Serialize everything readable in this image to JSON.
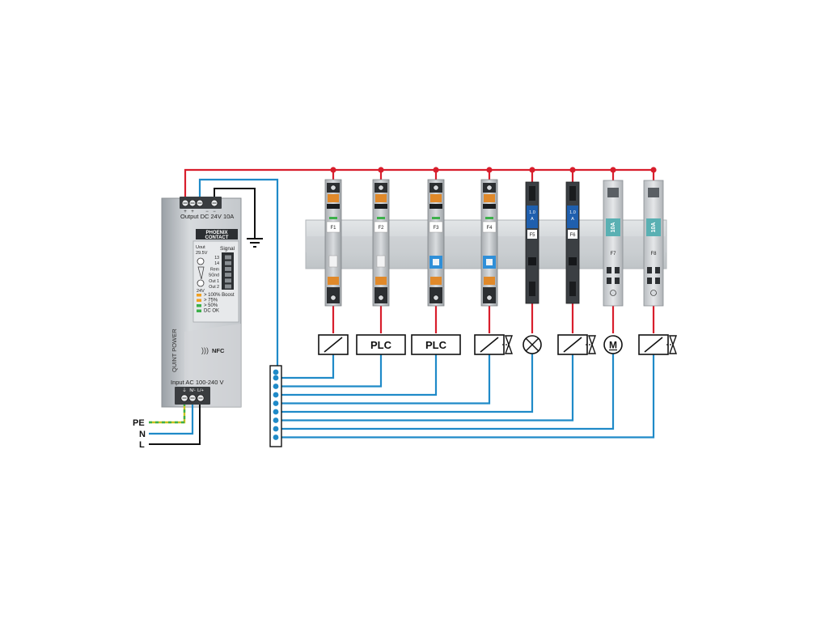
{
  "power_supply": {
    "brand_line1": "PHOENIX",
    "brand_line2": "CONTACT",
    "output_label": "Output DC 24V 10A",
    "terminal_marks": [
      "+",
      "+",
      "−",
      "−"
    ],
    "product_name": "QUINT POWER",
    "nfc_label": "NFC",
    "input_label": "Input AC 100-240 V",
    "input_terminal_marks": [
      "⏚",
      "N/-",
      "L/+"
    ],
    "u_label": "Uout",
    "u_max": "29.5V",
    "u_min": "24V",
    "signal_title": "Signal",
    "signal_pins": [
      "13",
      "14",
      "Rem",
      "SGnd",
      "Out 1",
      "Out 2"
    ],
    "leds": [
      {
        "label": "> 100% Boost",
        "color": "#f0a020"
      },
      {
        "label": "> 75%",
        "color": "#f0a020"
      },
      {
        "label": "> 50%",
        "color": "#3cb04a"
      },
      {
        "label": "DC OK",
        "color": "#3cb04a"
      }
    ]
  },
  "mains": {
    "lines": [
      {
        "label": "PE",
        "color": "#c8c21e"
      },
      {
        "label": "N",
        "color": "#1f8ac8"
      },
      {
        "label": "L",
        "color": "#111111"
      }
    ]
  },
  "breakers": [
    {
      "label": "F1",
      "kind": "electronic"
    },
    {
      "label": "F2",
      "kind": "electronic"
    },
    {
      "label": "F3",
      "kind": "electronic-blue"
    },
    {
      "label": "F4",
      "kind": "electronic-blue"
    },
    {
      "label": "F5",
      "kind": "fuse",
      "rating": "1.0 A"
    },
    {
      "label": "F6",
      "kind": "fuse",
      "rating": "1.0 A"
    },
    {
      "label": "F7",
      "kind": "mcb",
      "rating": "10A"
    },
    {
      "label": "F8",
      "kind": "mcb",
      "rating": "10A"
    }
  ],
  "loads": [
    {
      "type": "coil"
    },
    {
      "type": "text",
      "label": "PLC"
    },
    {
      "type": "text",
      "label": "PLC"
    },
    {
      "type": "coil-valve"
    },
    {
      "type": "lamp"
    },
    {
      "type": "coil-valve"
    },
    {
      "type": "motor",
      "label": "M"
    },
    {
      "type": "coil-valve"
    }
  ],
  "colors": {
    "positive_wire": "#d81e2c",
    "negative_wire": "#1f8ac8",
    "ground_wire": "#111111",
    "din_rail": "#d6d9dc"
  }
}
